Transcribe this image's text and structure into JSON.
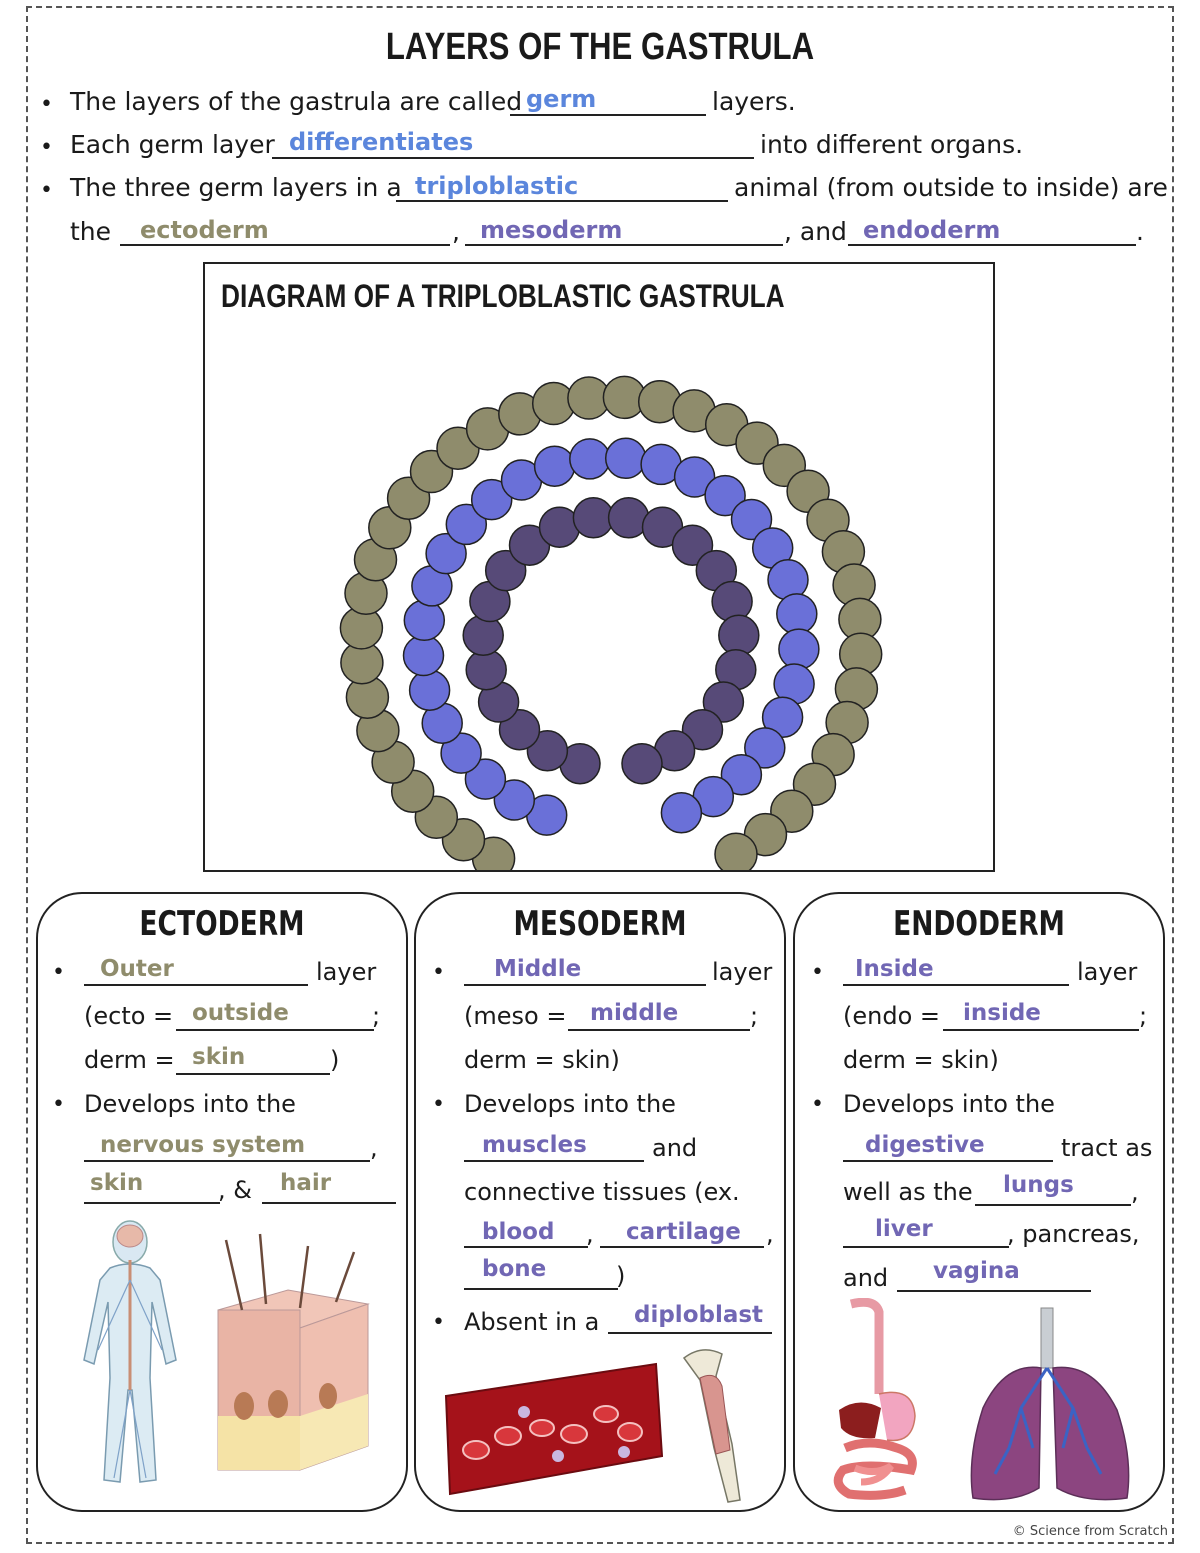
{
  "title": "LAYERS OF THE GASTRULA",
  "intro": {
    "l1_a": "The layers of the gastrula are called",
    "l1_ans": "germ",
    "l1_b": "layers.",
    "l2_a": "Each germ layer",
    "l2_ans": "differentiates",
    "l2_b": "into different organs.",
    "l3_a": "The three germ layers in a",
    "l3_ans": "triploblastic",
    "l3_b": "animal (from outside to inside) are",
    "l4_a": "the",
    "l4_ans1": "ectoderm",
    "l4_comma": ",",
    "l4_ans2": "mesoderm",
    "l4_and": ", and",
    "l4_ans3": "endoderm",
    "l4_dot": "."
  },
  "diagram": {
    "title": "DIAGRAM OF A TRIPLOBLASTIC GASTRULA",
    "colors": {
      "ectoderm": "#8f8c6c",
      "mesoderm": "#6a70d8",
      "endoderm": "#574a78"
    }
  },
  "ectoderm": {
    "title": "ECTODERM",
    "ans_outer": "Outer",
    "layer": "layer",
    "ecto_eq": "(ecto =",
    "ans_outside": "outside",
    "semi": ";",
    "derm_eq": "derm =",
    "ans_skin": "skin",
    "paren": ")",
    "develops": "Develops into the",
    "ans_nervous": "nervous system",
    "comma": ",",
    "ans_skin2": "skin",
    "amp": ", &",
    "ans_hair": "hair"
  },
  "mesoderm": {
    "title": "MESODERM",
    "ans_middle": "Middle",
    "layer": "layer",
    "meso_eq": "(meso =",
    "ans_middle2": "middle",
    "semi": ";",
    "derm_skin": "derm = skin)",
    "develops": "Develops into the",
    "ans_muscles": "muscles",
    "and": "and",
    "connective": "connective tissues (ex.",
    "ans_blood": "blood",
    "comma": ",",
    "ans_cartilage": "cartilage",
    "comma2": ",",
    "ans_bone": "bone",
    "paren": ")",
    "absent": "Absent in a",
    "ans_diploblast": "diploblast"
  },
  "endoderm": {
    "title": "ENDODERM",
    "ans_inside": "Inside",
    "layer": "layer",
    "endo_eq": "(endo =",
    "ans_inside2": "inside",
    "semi": ";",
    "derm_skin": "derm = skin)",
    "develops": "Develops into the",
    "ans_digestive": "digestive",
    "tract": "tract as",
    "wellas": "well as the",
    "ans_lungs": "lungs",
    "comma": ",",
    "ans_liver": "liver",
    "pancreas": ", pancreas,",
    "and": "and",
    "ans_vagina": "vagina"
  },
  "credit": "© Science from Scratch"
}
